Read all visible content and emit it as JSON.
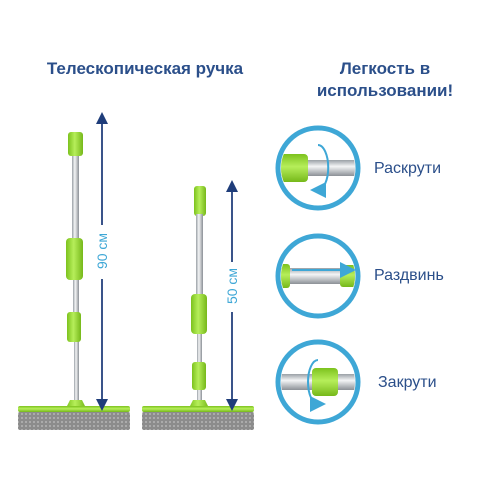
{
  "headings": {
    "left": "Телескопическая ручка",
    "right": "Легкость в использовании!"
  },
  "dimensions": {
    "long": "90 см",
    "short": "50 см"
  },
  "steps": [
    {
      "label": "Раскрути",
      "icon": "rotate-arrow-icon"
    },
    {
      "label": "Раздвинь",
      "icon": "extend-arrow-icon"
    },
    {
      "label": "Закрути",
      "icon": "rotate-arrow-icon"
    }
  ],
  "colors": {
    "accent_green": "#8fd12a",
    "heading_blue": "#2b4f8a",
    "arrow_blue": "#3ea7d6",
    "circle_blue": "#3ea7d6",
    "dim_navy": "#1f3d7a"
  }
}
